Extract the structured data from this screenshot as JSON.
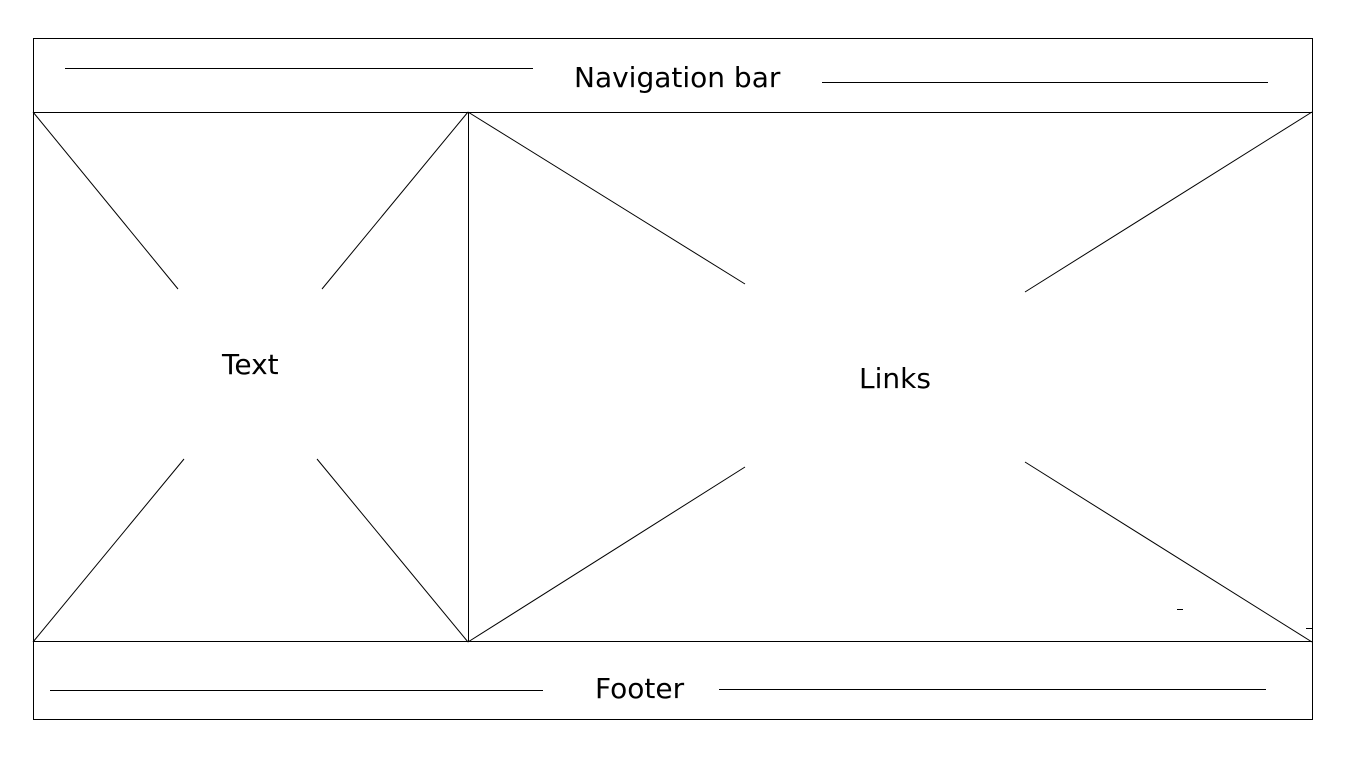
{
  "header": {
    "label": "Navigation bar"
  },
  "left_panel": {
    "label": "Text"
  },
  "right_panel": {
    "label": "Links"
  },
  "footer": {
    "label": "Footer"
  },
  "colors": {
    "line": "#000000",
    "background": "#ffffff"
  }
}
